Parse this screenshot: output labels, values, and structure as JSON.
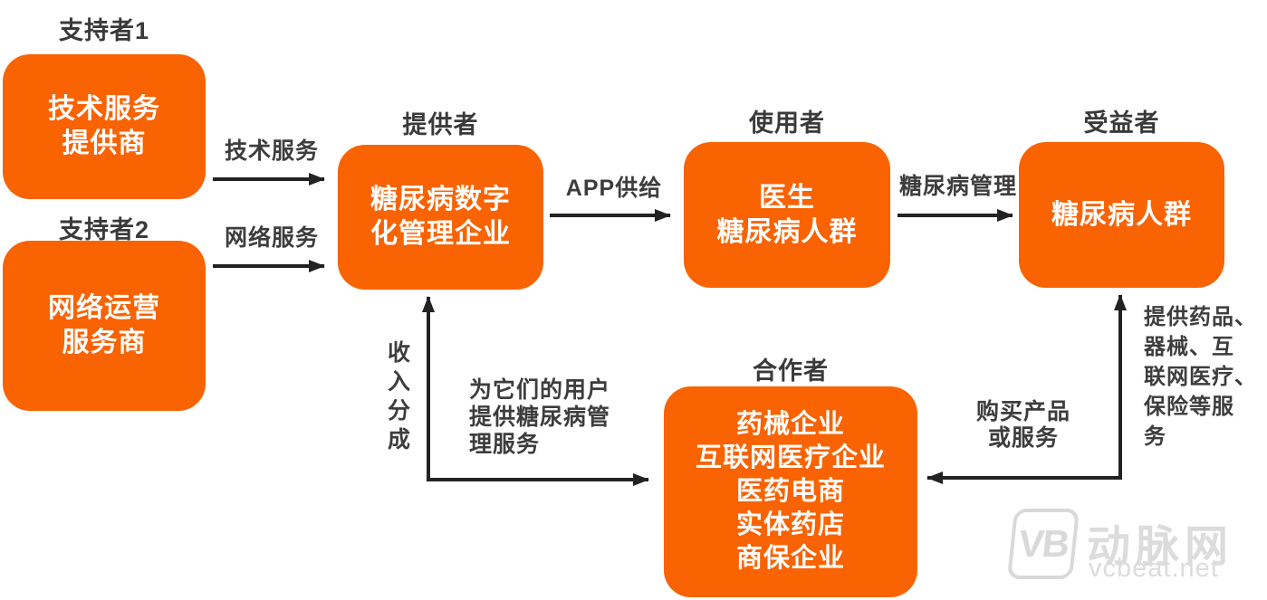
{
  "colors": {
    "box_fill": "#F96302",
    "box_text": "#FFFFFF",
    "label_text": "#3A3A3A",
    "arrow": "#222222",
    "watermark": "#DCDCDC"
  },
  "nodes": {
    "supporter1": {
      "role_label": "支持者1",
      "box_lines": [
        "技术服务",
        "提供商"
      ]
    },
    "supporter2": {
      "role_label": "支持者2",
      "box_lines": [
        "网络运营",
        "服务商"
      ]
    },
    "provider": {
      "role_label": "提供者",
      "box_lines": [
        "糖尿病数字",
        "化管理企业"
      ]
    },
    "user": {
      "role_label": "使用者",
      "box_lines": [
        "医生",
        "糖尿病人群"
      ]
    },
    "beneficiary": {
      "role_label": "受益者",
      "box_lines": [
        "糖尿病人群"
      ]
    },
    "partner": {
      "role_label": "合作者",
      "box_lines": [
        "药械企业",
        "互联网医疗企业",
        "医药电商",
        "实体药店",
        "商保企业"
      ]
    }
  },
  "edges": {
    "tech_service": "技术服务",
    "network_service": "网络服务",
    "app_supply": "APP供给",
    "diabetes_management": "糖尿病管理",
    "revenue_share_lines": [
      "收",
      "入",
      "分",
      "成"
    ],
    "provide_management_lines": [
      "为它们的用户",
      "提供糖尿病管",
      "理服务"
    ],
    "purchase_lines": [
      "购买产品",
      "或服务"
    ],
    "provide_products_lines": [
      "提供药品、",
      "器械、互",
      "联网医疗、",
      "保险等服",
      "务"
    ]
  },
  "watermark": {
    "logo_glyph": "VB",
    "brand_name": "动脉网",
    "site": "vcbeat.net"
  }
}
